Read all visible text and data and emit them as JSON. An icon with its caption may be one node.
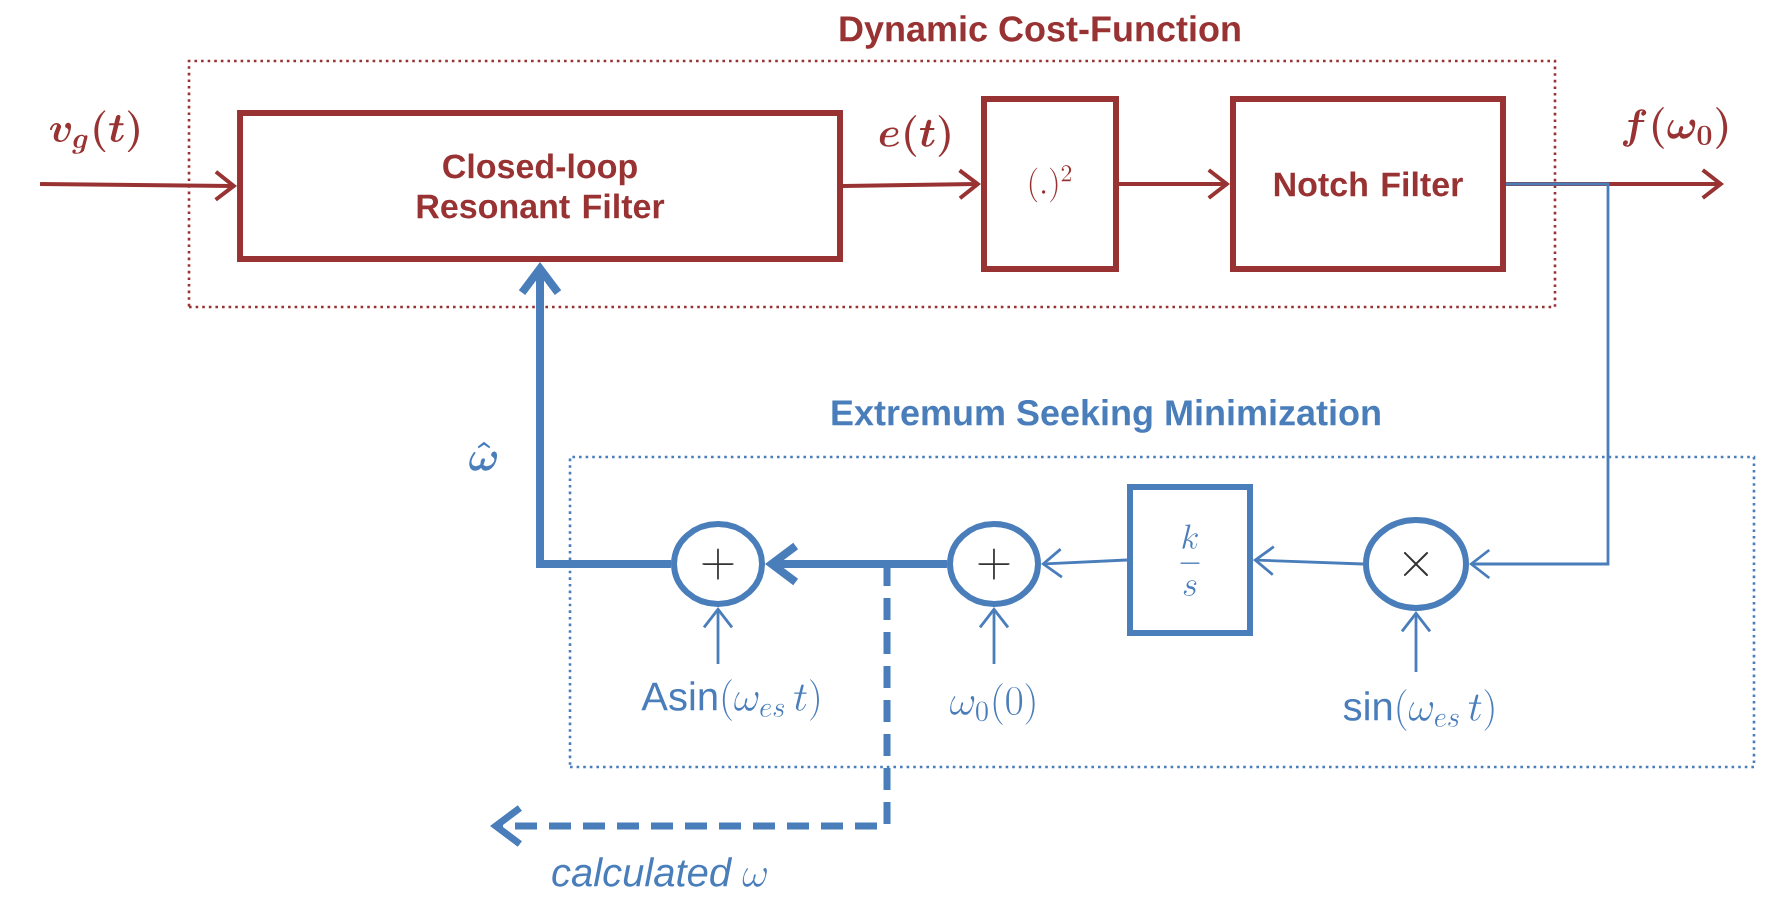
{
  "diagram": {
    "nodes": [
      {
        "text": [
          "Dynamic  Cost-Function"
        ]
      },
      {
        "text": [
          "Closed-loop Resonant Filter"
        ],
        "in": 0
      },
      {
        "text": [
          "(.)^{2}"
        ],
        "in": 0
      },
      {
        "text": [
          "Notch Filter"
        ],
        "in": 0
      },
      {
        "text": [
          "Extremum Seeking Minimization"
        ]
      },
      {
        "text": [
          "+"
        ],
        "in": 4
      },
      {
        "text": [
          "+"
        ],
        "in": 4
      },
      {
        "text": [
          "\\frac{k}{s}"
        ],
        "in": 4
      },
      {
        "text": [
          "\\times"
        ],
        "in": 4
      }
    ],
    "edges": [
      {
        "from": null,
        "to": 1,
        "arrow": "to",
        "label": "\\boldsymbol{v_g(t)}",
        "color": "#993333"
      },
      {
        "from": 1,
        "to": 2,
        "arrow": "to",
        "label": "\\boldsymbol{e(t)}",
        "color": "#993333"
      },
      {
        "from": 2,
        "to": 3,
        "arrow": "to",
        "color": "#993333"
      },
      {
        "from": 3,
        "to": null,
        "arrow": "to",
        "label": "\\boldsymbol{f(\\omega_0)}",
        "color": "#993333"
      },
      {
        "from": 3,
        "to": 8,
        "arrow": "to"
      },
      {
        "from": 8,
        "to": 7,
        "arrow": "to"
      },
      {
        "from": 7,
        "to": 6,
        "arrow": "to"
      },
      {
        "from": 6,
        "to": 5,
        "arrow": "to",
        "style": "thick"
      },
      {
        "from": 5,
        "to": 1,
        "arrow": "to",
        "style": "thick",
        "label": "\\boldsymbol{\\hat{\\omega}}"
      },
      {
        "from": null,
        "to": 5,
        "arrow": "to",
        "label": "\\mathrm{Asin}(\\omega_{es}\\,t)"
      },
      {
        "from": null,
        "to": 6,
        "arrow": "to",
        "label": "\\omega_0(0)"
      },
      {
        "from": null,
        "to": 8,
        "arrow": "to",
        "label": "\\sin(\\omega_{es}\\,t)"
      },
      {
        "from": 6,
        "to": null,
        "arrow": "to",
        "style": "dashed",
        "label": "\\textit{calculated}\\ \\omega"
      }
    ]
  }
}
